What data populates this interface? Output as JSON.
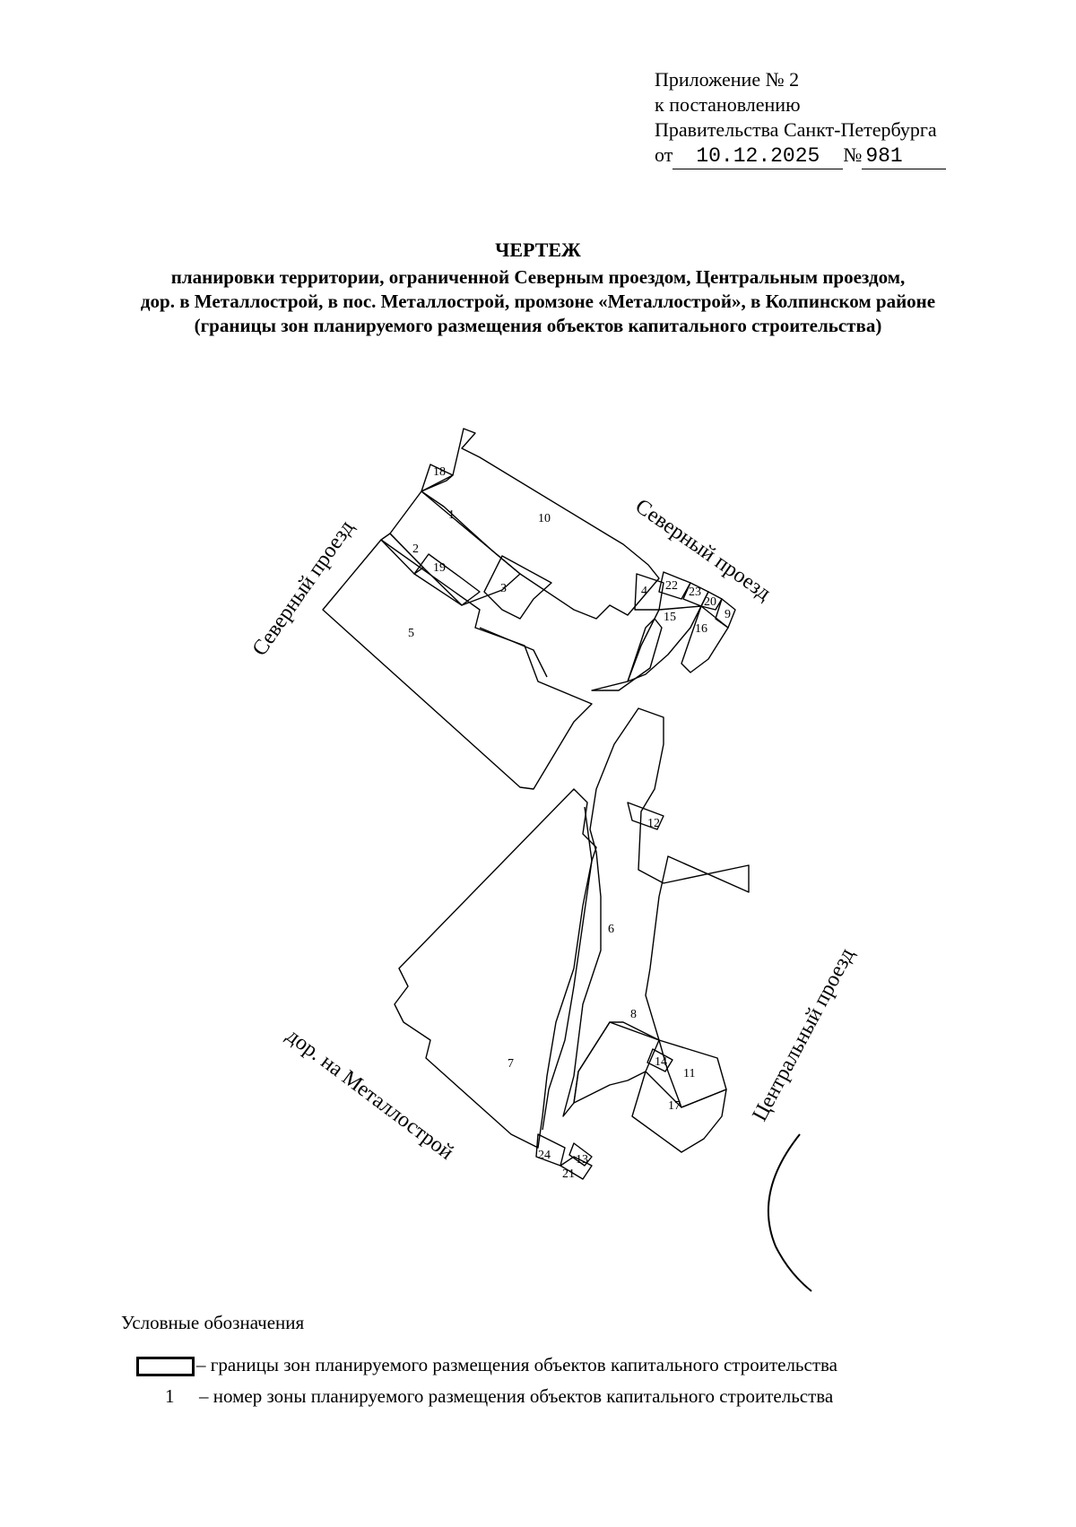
{
  "appendix": {
    "line1": "Приложение № 2",
    "line2": "к постановлению",
    "line3": "Правительства Санкт-Петербурга",
    "from_label": "от",
    "date": "10.12.2025",
    "number_label": "№",
    "number": "981"
  },
  "title": {
    "heading": "ЧЕРТЕЖ",
    "line1": "планировки территории, ограниченной Северным проездом, Центральным проездом,",
    "line2": "дор. в Металлострой, в пос. Металлострой, промзоне «Металлострой», в Колпинском районе",
    "line3": "(границы зон планируемого размещения объектов капитального строительства)"
  },
  "map": {
    "roads": {
      "north_left": "Северный проезд",
      "north_right": "Северный проезд",
      "central": "Центральный проезд",
      "metallostroy": "дор. на Металлострой"
    },
    "zones": [
      "1",
      "2",
      "3",
      "4",
      "5",
      "6",
      "7",
      "8",
      "9",
      "10",
      "11",
      "12",
      "13",
      "14",
      "15",
      "16",
      "17",
      "18",
      "19",
      "20",
      "21",
      "22",
      "23",
      "24"
    ]
  },
  "legend": {
    "title": "Условные обозначения",
    "boundary_text": "– границы зон планируемого размещения объектов капитального строительства",
    "number_sample": "1",
    "number_text": "– номер зоны планируемого размещения объектов капитального строительства"
  }
}
